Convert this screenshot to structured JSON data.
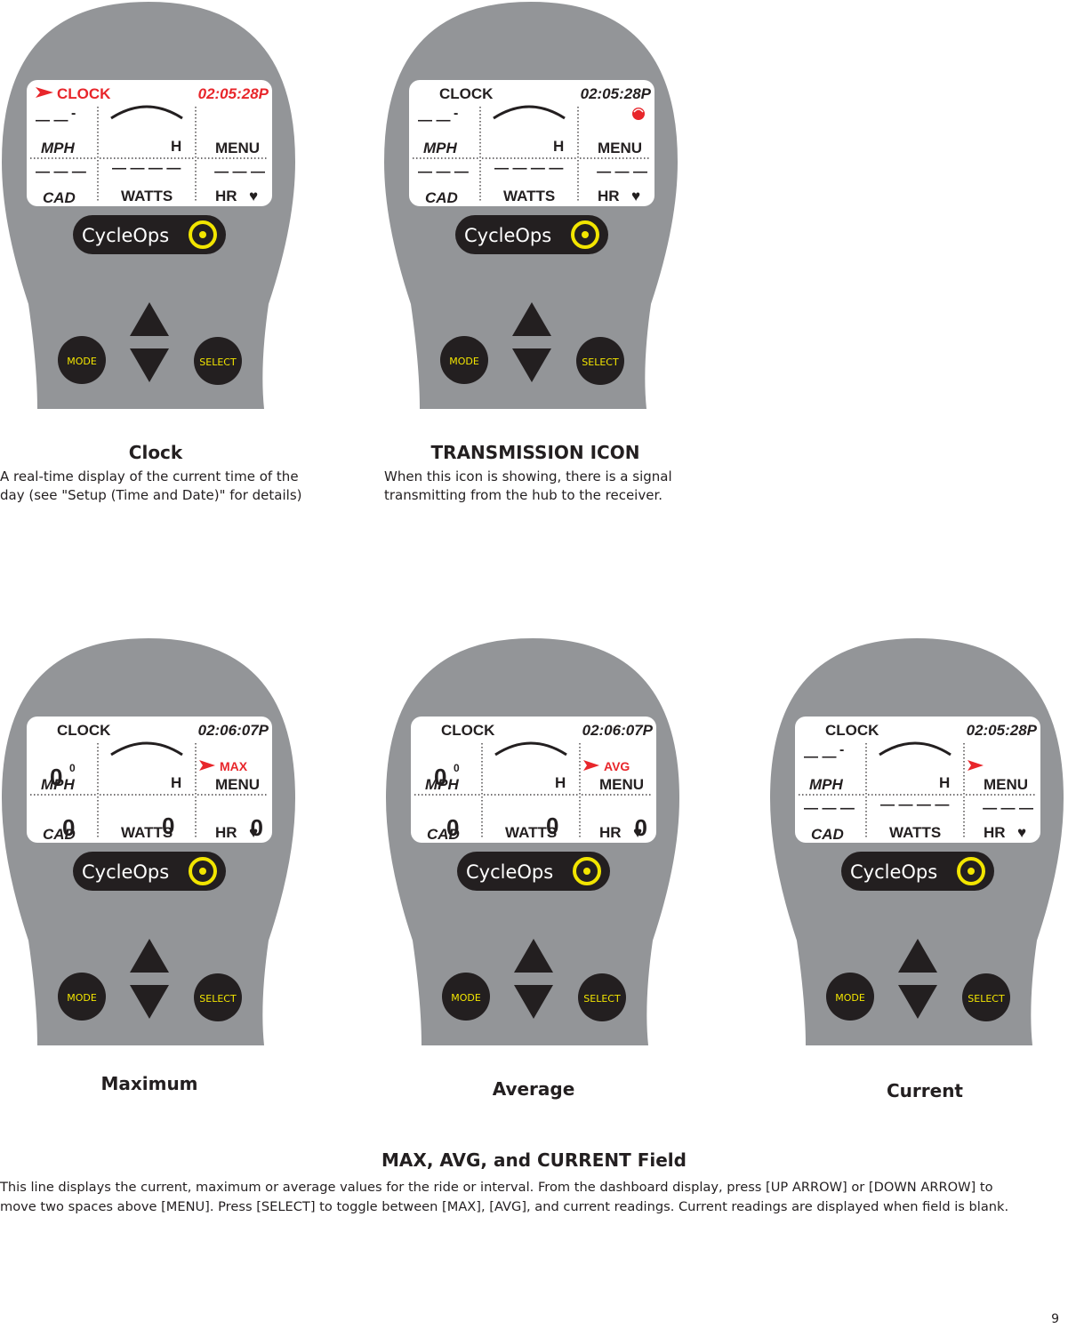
{
  "colors": {
    "body": "#939598",
    "lcd": "#ffffff",
    "lcd_text": "#231f20",
    "accent_red": "#e8262b",
    "button": "#231f20",
    "button_text": "#f2e500",
    "logo": "#231f20",
    "logo_ring": "#f2e500"
  },
  "labels": {
    "mph": "MPH",
    "cad": "CAD",
    "watts": "WATTS",
    "hr": "HR",
    "menu": "MENU",
    "h": "H",
    "mode": "MODE",
    "select": "SELECT",
    "logo": "CycleOps"
  },
  "devices": [
    {
      "id": "clock",
      "clock_label": "CLOCK",
      "time": "02:05:28P",
      "clock_arrow": true,
      "clock_red": true,
      "time_red": true,
      "transmission_icon": false,
      "field": "",
      "field_arrow": false,
      "mph": "— —",
      "mph_unit": "-",
      "cad": "— — —",
      "watts": "— — — —",
      "hr": "— — —",
      "blank": true
    },
    {
      "id": "transmission",
      "clock_label": "CLOCK",
      "time": "02:05:28P",
      "clock_arrow": false,
      "clock_red": false,
      "time_red": false,
      "transmission_icon": true,
      "field": "",
      "field_arrow": false,
      "mph": "— —",
      "mph_unit": "-",
      "cad": "— — —",
      "watts": "— — — —",
      "hr": "— — —",
      "blank": true
    },
    {
      "id": "maximum",
      "clock_label": "CLOCK",
      "time": "02:06:07P",
      "clock_arrow": false,
      "clock_red": false,
      "time_red": false,
      "transmission_icon": false,
      "field": "MAX",
      "field_arrow": true,
      "mph": "0",
      "mph_unit": "0",
      "cad": "0",
      "watts": "0",
      "hr": "0",
      "blank": false
    },
    {
      "id": "average",
      "clock_label": "CLOCK",
      "time": "02:06:07P",
      "clock_arrow": false,
      "clock_red": false,
      "time_red": false,
      "transmission_icon": false,
      "field": "AVG",
      "field_arrow": true,
      "mph": "0",
      "mph_unit": "0",
      "cad": "0",
      "watts": "0",
      "hr": "0",
      "blank": false
    },
    {
      "id": "current",
      "clock_label": "CLOCK",
      "time": "02:05:28P",
      "clock_arrow": false,
      "clock_red": false,
      "time_red": false,
      "transmission_icon": false,
      "field": "",
      "field_arrow": true,
      "mph": "— —",
      "mph_unit": "-",
      "cad": "— — —",
      "watts": "— — — —",
      "hr": "— — —",
      "blank": true
    }
  ],
  "captions": {
    "clock_title": "Clock",
    "clock_body_1": "A real-time display of the current time of the",
    "clock_body_2": "day (see \"Setup (Time and Date)\" for details)",
    "transmission_title": "TRANSMISSION ICON",
    "transmission_body_1": "When this icon is showing, there is a signal",
    "transmission_body_2": "transmitting from the hub to the receiver.",
    "maximum_title": "Maximum",
    "average_title": "Average",
    "current_title": "Current"
  },
  "footer": {
    "title": "MAX, AVG, and CURRENT Field",
    "line1": "This line displays the current, maximum or average values for the ride or interval.  From the dashboard display, press [UP ARROW] or [DOWN ARROW] to",
    "line2": "move two spaces above [MENU].  Press [SELECT] to toggle between [MAX], [AVG], and current readings. Current readings are displayed when field is blank."
  },
  "page_number": "9"
}
